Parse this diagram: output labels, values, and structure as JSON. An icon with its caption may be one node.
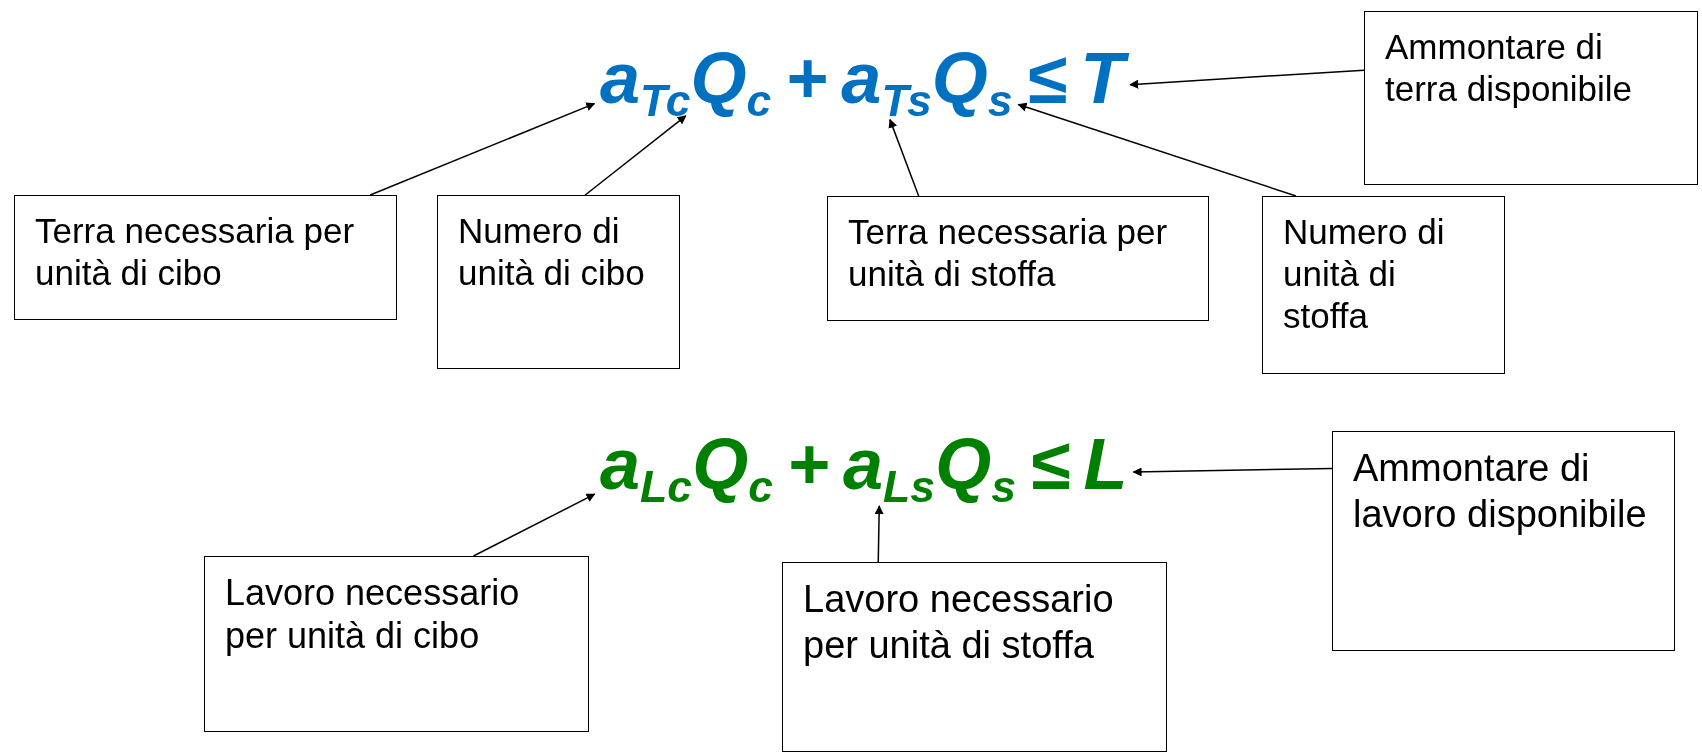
{
  "diagram": {
    "nodes": [
      {
        "text": [
          "a$_{Tc}$"
        ]
      },
      {
        "text": [
          "Q$_{c}$"
        ]
      },
      {
        "text": [
          "a$_{Ts}$"
        ]
      },
      {
        "text": [
          "Q$_{s}$"
        ]
      },
      {
        "text": [
          "T"
        ]
      },
      {
        "text": [
          "Ammontare di terra disponibile"
        ]
      },
      {
        "text": [
          "Terra necessaria per unità di cibo"
        ]
      },
      {
        "text": [
          "Numero di unità di cibo"
        ]
      },
      {
        "text": [
          "Terra necessaria per unità di stoffa"
        ]
      },
      {
        "text": [
          "Numero di unità di stoffa"
        ]
      },
      {
        "text": [
          "a$_{Lc}$"
        ]
      },
      {
        "text": [
          "Q$_{c}$"
        ]
      },
      {
        "text": [
          "a$_{Ls}$"
        ]
      },
      {
        "text": [
          "Q$_{s}$"
        ]
      },
      {
        "text": [
          "L"
        ]
      },
      {
        "text": [
          "Ammontare di lavoro disponibile"
        ]
      },
      {
        "text": [
          "Lavoro necessario per unità di cibo"
        ]
      },
      {
        "text": [
          "Lavoro necessario per unità di stoffa"
        ]
      }
    ],
    "edges": [
      {
        "from": 6,
        "to": 0,
        "arrow": "to"
      },
      {
        "from": 7,
        "to": 1,
        "arrow": "to"
      },
      {
        "from": 8,
        "to": 2,
        "arrow": "to"
      },
      {
        "from": 9,
        "to": 3,
        "arrow": "to"
      },
      {
        "from": 5,
        "to": 4,
        "arrow": "to"
      },
      {
        "from": 16,
        "to": 10,
        "arrow": "to"
      },
      {
        "from": 17,
        "to": 12,
        "arrow": "to"
      },
      {
        "from": 15,
        "to": 14,
        "arrow": "to"
      }
    ],
    "labels": [
      "+",
      "≤",
      "+",
      "≤"
    ]
  }
}
